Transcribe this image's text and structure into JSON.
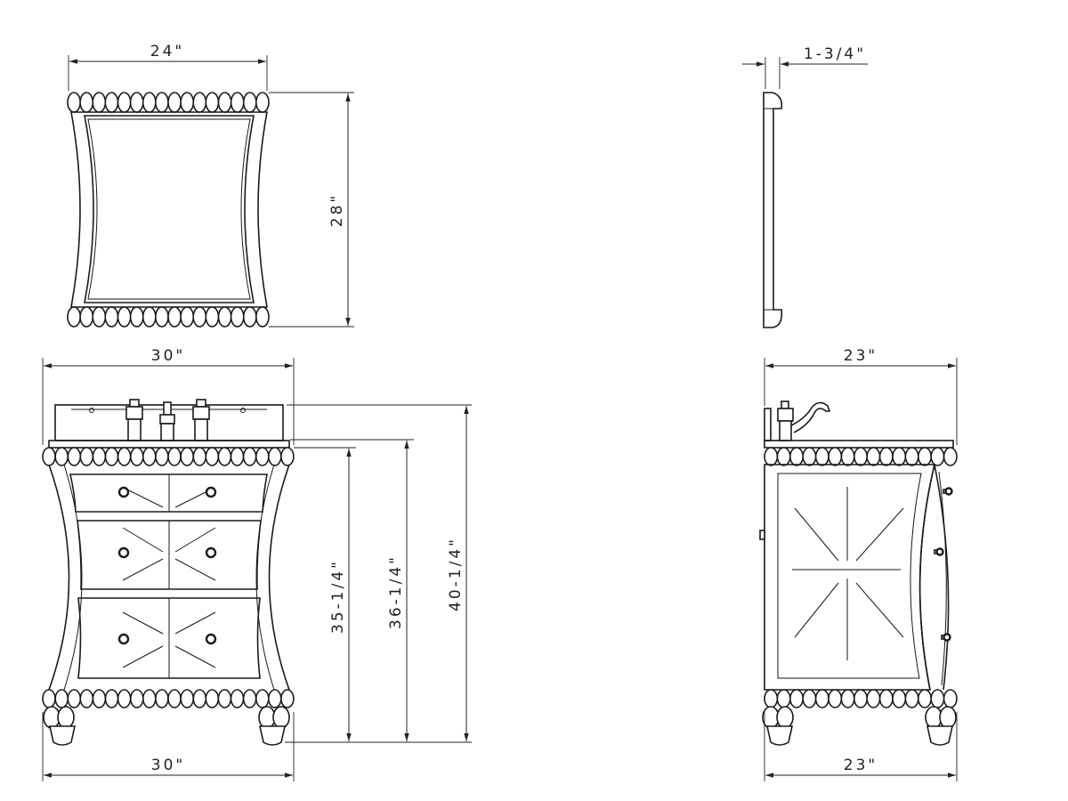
{
  "dimensions": {
    "mirror_width": "24\"",
    "mirror_height": "28\"",
    "mirror_depth": "1-3/4\"",
    "vanity_width_top": "30\"",
    "vanity_width_bottom": "30\"",
    "vanity_height_counter": "35-1/4\"",
    "vanity_height_top": "36-1/4\"",
    "vanity_height_backsplash": "40-1/4\"",
    "vanity_depth_top": "23\"",
    "vanity_depth_bottom": "23\""
  },
  "colors": {
    "line": "#1a1a1a",
    "background": "#ffffff"
  }
}
